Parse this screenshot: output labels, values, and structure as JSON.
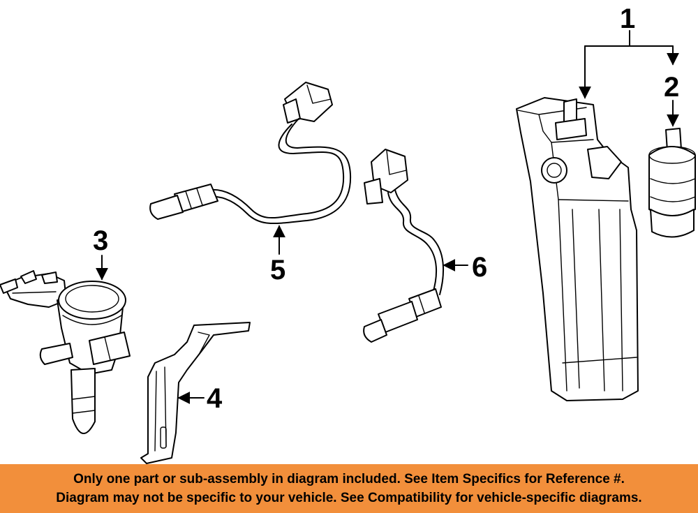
{
  "callouts": {
    "c1": "1",
    "c2": "2",
    "c3": "3",
    "c4": "4",
    "c5": "5",
    "c6": "6"
  },
  "banner": {
    "line1": "Only one part or sub-assembly in diagram included. See Item Specifics for Reference #.",
    "line2": "Diagram may not be specific to your vehicle. See Compatibility for vehicle-specific diagrams."
  },
  "colors": {
    "banner_bg": "#f28f3b",
    "line": "#000000",
    "background": "#ffffff"
  }
}
